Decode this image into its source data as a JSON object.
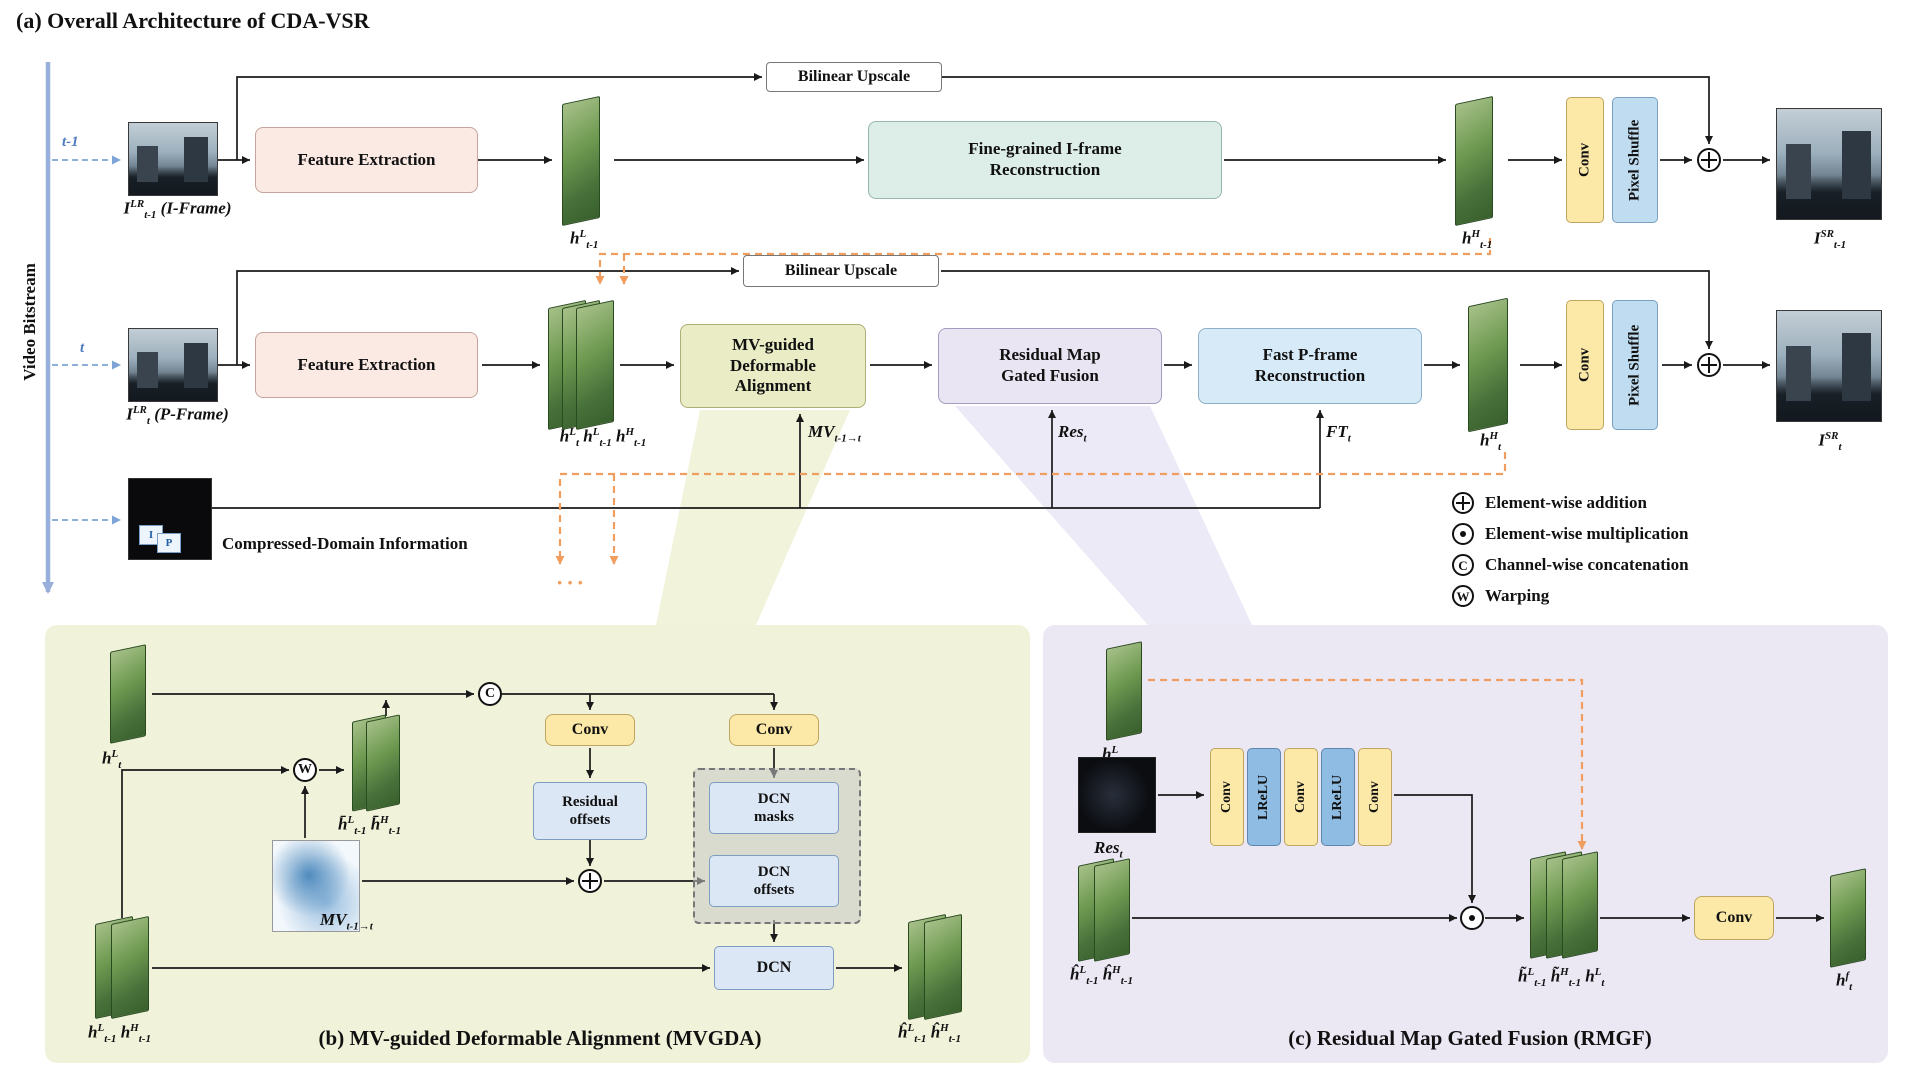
{
  "figure": {
    "title_a": "(a) Overall Architecture of  CDA-VSR",
    "panel_b_title": "(b) MV-guided Deformable Alignment (MVGDA)",
    "panel_c_title": "(c) Residual Map Gated Fusion (RMGF)"
  },
  "bitstream": {
    "label": "Video Bitstream",
    "t_prev": "t-1",
    "t_cur": "t"
  },
  "inputs": {
    "iframe_label": "<i>I</i><sup>LR</sup><sub>t-1</sub> (I-Frame)",
    "pframe_label": "<i>I</i><sup>LR</sup><sub>t</sub> (P-Frame)",
    "compressed_label": "Compressed-Domain Information",
    "frame_i": "I",
    "frame_p": "P"
  },
  "outputs": {
    "sr_prev": "<i>I</i><sup>SR</sup><sub>t-1</sub>",
    "sr_cur": "<i>I</i><sup>SR</sup><sub>t</sub>"
  },
  "blocks": {
    "feature_extraction": "Feature Extraction",
    "bilinear_upscale": "Bilinear Upscale",
    "fine_grained_recon": "Fine-grained I-frame Reconstruction",
    "mvgda": "MV-guided Deformable Alignment",
    "rmgf": "Residual Map Gated Fusion",
    "fast_p_recon": "Fast P-frame Reconstruction",
    "conv": "Conv",
    "pixel_shuffle": "Pixel Shuffle",
    "lrelu": "LReLU",
    "residual_offsets": "Residual offsets",
    "dcn_masks": "DCN masks",
    "dcn_offsets": "DCN offsets",
    "dcn": "DCN"
  },
  "features": {
    "h_l_prev": "<i>h</i><sup>L</sup><sub>t-1</sub>",
    "h_h_prev": "<i>h</i><sup>H</sup><sub>t-1</sub>",
    "h_l_cur": "<i>h</i><sup>L</sup><sub>t</sub>",
    "h_h_cur": "<i>h</i><sup>H</sup><sub>t</sub>",
    "stack_p": "<i>h</i><sup>L</sup><sub>t</sub> <i>h</i><sup>L</sup><sub>t-1</sub> <i>h</i><sup>H</sup><sub>t-1</sub>",
    "mv": "<i>MV</i><sub>t-1→t</sub>",
    "res": "<i>Res</i><sub>t</sub>",
    "ft": "<i>FT</i><sub>t</sub>",
    "warped_pair": "<i>h̄</i><sup>L</sup><sub>t-1</sub> <i>h̄</i><sup>H</sup><sub>t-1</sub>",
    "input_pair": "<i>h</i><sup>L</sup><sub>t-1</sub> <i>h</i><sup>H</sup><sub>t-1</sub>",
    "aligned_pair": "<i>ĥ</i><sup>L</sup><sub>t-1</sub> <i>ĥ</i><sup>H</sup><sub>t-1</sub>",
    "fused_triple": "<i>h̃</i><sup>L</sup><sub>t-1</sub> <i>h̃</i><sup>H</sup><sub>t-1</sub> <i>h</i><sup>L</sup><sub>t</sub>",
    "h_fused": "<i>h</i><sup>f</sup><sub>t</sub>",
    "dots": "···"
  },
  "symbols": {
    "concat": "C",
    "warp": "W"
  },
  "legend": {
    "items": [
      {
        "icon": "circled-plus-icon",
        "label": "Element-wise addition"
      },
      {
        "icon": "circled-dot-icon",
        "label": "Element-wise multiplication"
      },
      {
        "icon": "circled-c-icon",
        "letter": "C",
        "label": "Channel-wise concatenation"
      },
      {
        "icon": "circled-w-icon",
        "letter": "W",
        "label": "Warping"
      }
    ]
  },
  "colors": {
    "feature_extraction": "#fbe9e4",
    "fine_grained": "#ddeee9",
    "mvgda": "#e9ecc4",
    "rmgf": "#e9e5f2",
    "fast_p": "#d7eaf7",
    "conv": "#fce9a8",
    "pixel_shuffle": "#bfdcf0",
    "panel_b_bg": "#f0f3da",
    "panel_c_bg": "#ebe8f4",
    "orange_dash": "#ef9e60",
    "blue_dash": "#7da4d4",
    "bitstream": "#98aedb",
    "feature_map": "#4a7437"
  }
}
